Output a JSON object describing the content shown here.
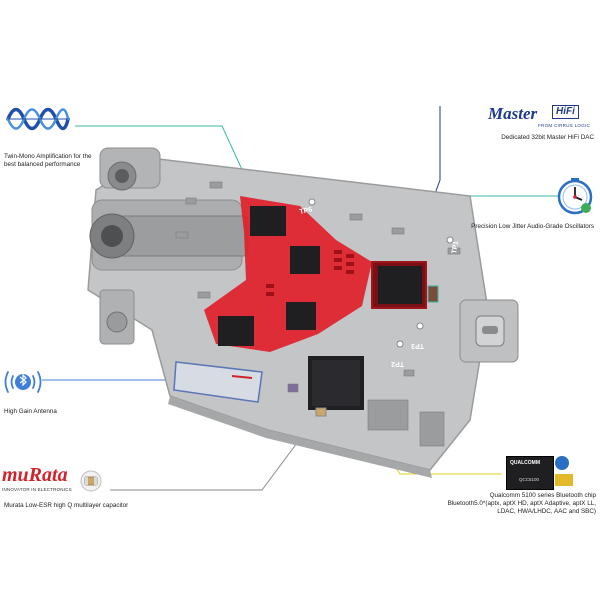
{
  "features": {
    "twin_mono": {
      "lines": [
        "Twin-Mono Amplification for the",
        "best balanced performance"
      ]
    },
    "master_hifi": {
      "logo_word": "Master",
      "logo_badge": "HiFi",
      "logo_sub": "FROM CIRRUS LOGIC",
      "caption": "Dedicated 32bit Master HiFi DAC"
    },
    "oscillator": {
      "caption": "Precision Low Jitter Audio-Grade Oscillators"
    },
    "antenna": {
      "caption": "High Gain Antenna"
    },
    "murata": {
      "logo_word": "muRata",
      "logo_sub": "INNOVATOR IN ELECTRONICS",
      "caption": "Murata Low-ESR high Q multilayer capacitor"
    },
    "qualcomm": {
      "chip_brand": "QUALCOMM",
      "chip_model": "QCC5100",
      "lines": [
        "Qualcomm 5100 series Bluetooth chip",
        "Bluetooth5.0*(aptx, aptX HD, aptX Adaptive, aptX LL,",
        "LDAC, HWA/LHDC, AAC and SBC)"
      ]
    }
  },
  "board_labels": {
    "tp6": "TP6",
    "tp1": "TP1",
    "tp2": "TP2",
    "tp3": "TP3"
  },
  "colors": {
    "board": "#c4c5c6",
    "board_edge": "#9a9b9c",
    "amp_red": "#e0202a",
    "chip": "#1f1f22",
    "leader_teal": "#39b7a8",
    "leader_navy": "#2a3a78",
    "leader_blue": "#3f7fd8",
    "leader_gray": "#8a8a8a",
    "leader_yellow": "#e3d21f",
    "murata_red": "#d2232a",
    "master_blue": "#1f3a8a"
  }
}
